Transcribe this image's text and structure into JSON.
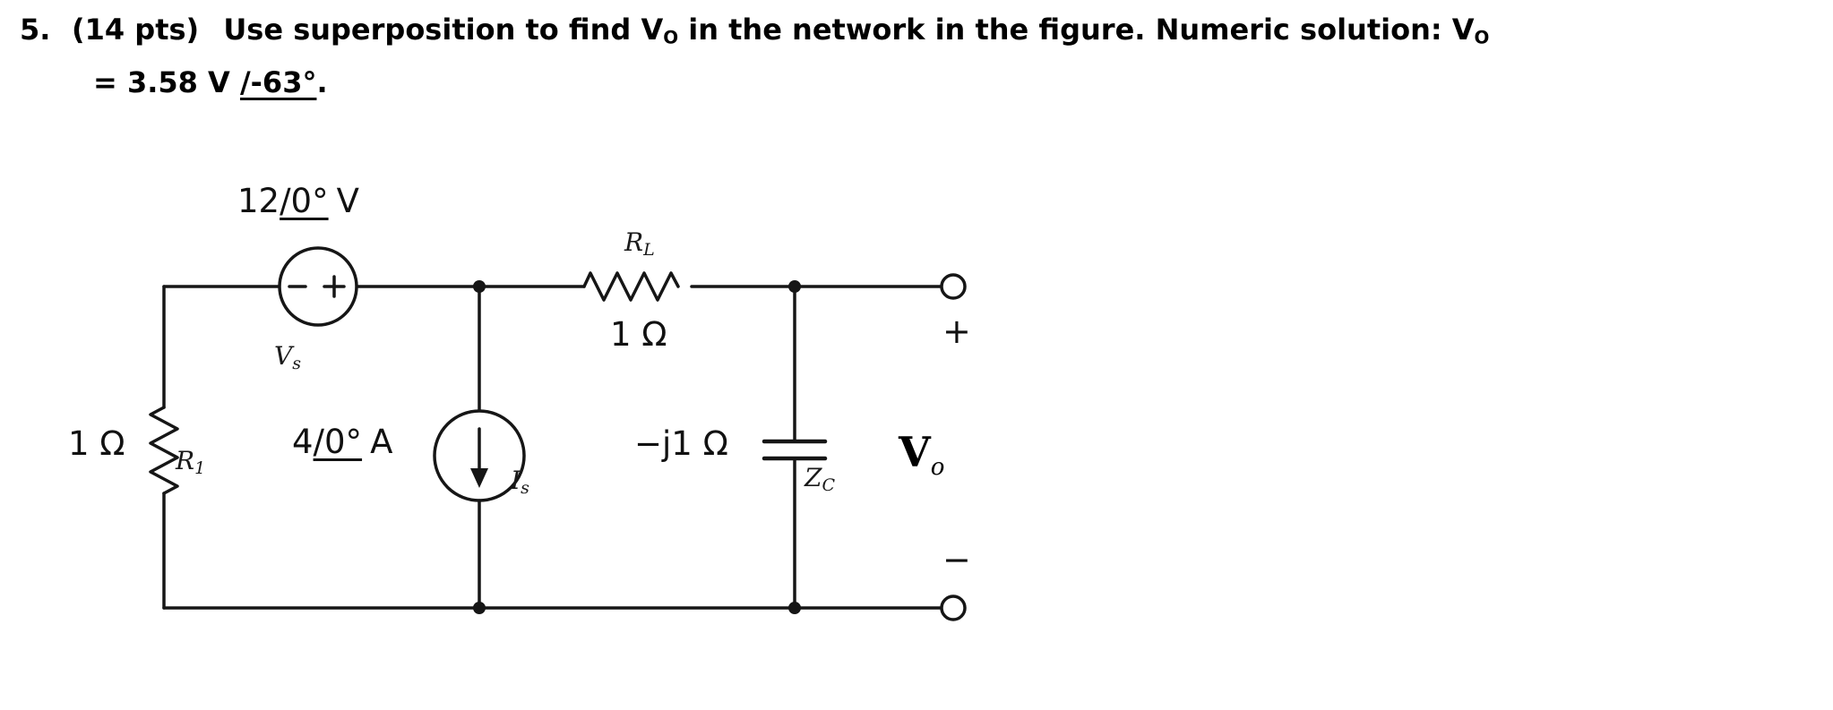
{
  "problem": {
    "number": "5.",
    "points": "(14 pts)",
    "text_a": "Use superposition to find",
    "v_symbol": "V",
    "v_sub": "O",
    "text_b": "in the network in the figure. Numeric solution:",
    "answer_eq": "= 3.58 V",
    "answer_angle": "/-63°",
    "answer_period": "."
  },
  "circuit": {
    "voltage_source": {
      "magnitude": "12",
      "angle": "/0°",
      "unit": "V",
      "name": "V",
      "name_sub": "s"
    },
    "current_source": {
      "magnitude": "4",
      "angle": "/0°",
      "unit": "A",
      "name": "I",
      "name_sub": "s"
    },
    "source_resistor": {
      "value": "1 Ω",
      "name": "R",
      "name_sub": "1"
    },
    "load_resistor": {
      "value": "1 Ω",
      "name": "R",
      "name_sub": "L"
    },
    "capacitor": {
      "value": "−j1 Ω",
      "name": "Z",
      "name_sub": "C"
    },
    "output": {
      "plus": "+",
      "minus": "−",
      "label": "V",
      "label_sub": "o"
    }
  },
  "colors": {
    "ink": "#161616",
    "background": "#ffffff"
  }
}
